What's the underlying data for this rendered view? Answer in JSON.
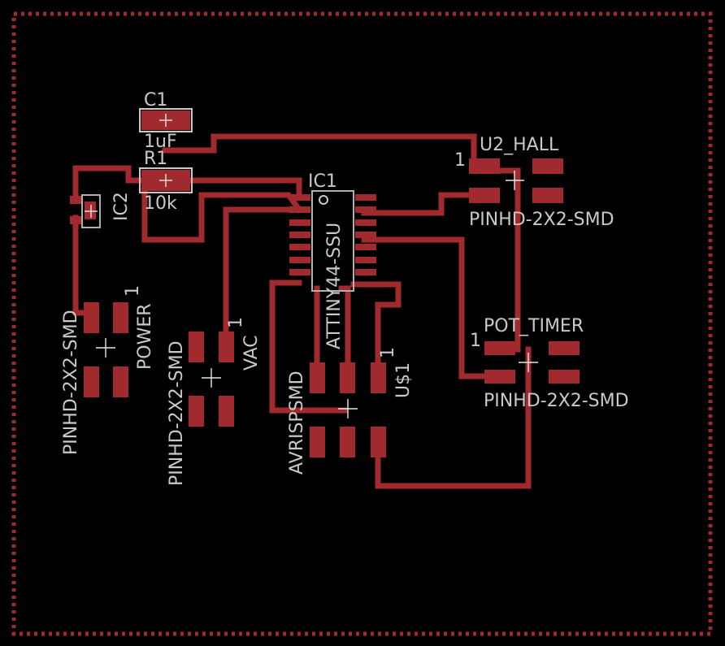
{
  "colors": {
    "background": "#000000",
    "copper": "#a02a2e",
    "silkscreen": "#c9c9c9",
    "board_outline": "#a02a2e"
  },
  "components": {
    "c1": {
      "name": "C1",
      "value": "1uF"
    },
    "r1": {
      "name": "R1",
      "value": "10k"
    },
    "ic2": {
      "name": "IC2"
    },
    "ic1": {
      "name": "IC1",
      "value": "ATTINY44-SSU"
    },
    "u2_hall": {
      "name": "U2_HALL",
      "package": "PINHD-2X2-SMD",
      "pin1": "1"
    },
    "pot_timer": {
      "name": "POT_TIMER",
      "package": "PINHD-2X2-SMD",
      "pin1": "1"
    },
    "power": {
      "name": "POWER",
      "package": "PINHD-2X2-SMD",
      "pin1": "1"
    },
    "vac": {
      "name": "VAC",
      "package": "PINHD-2X2-SMD",
      "pin1": "1"
    },
    "isp": {
      "name": "U$1",
      "package": "AVRISPSMD",
      "pin1": "1"
    }
  }
}
